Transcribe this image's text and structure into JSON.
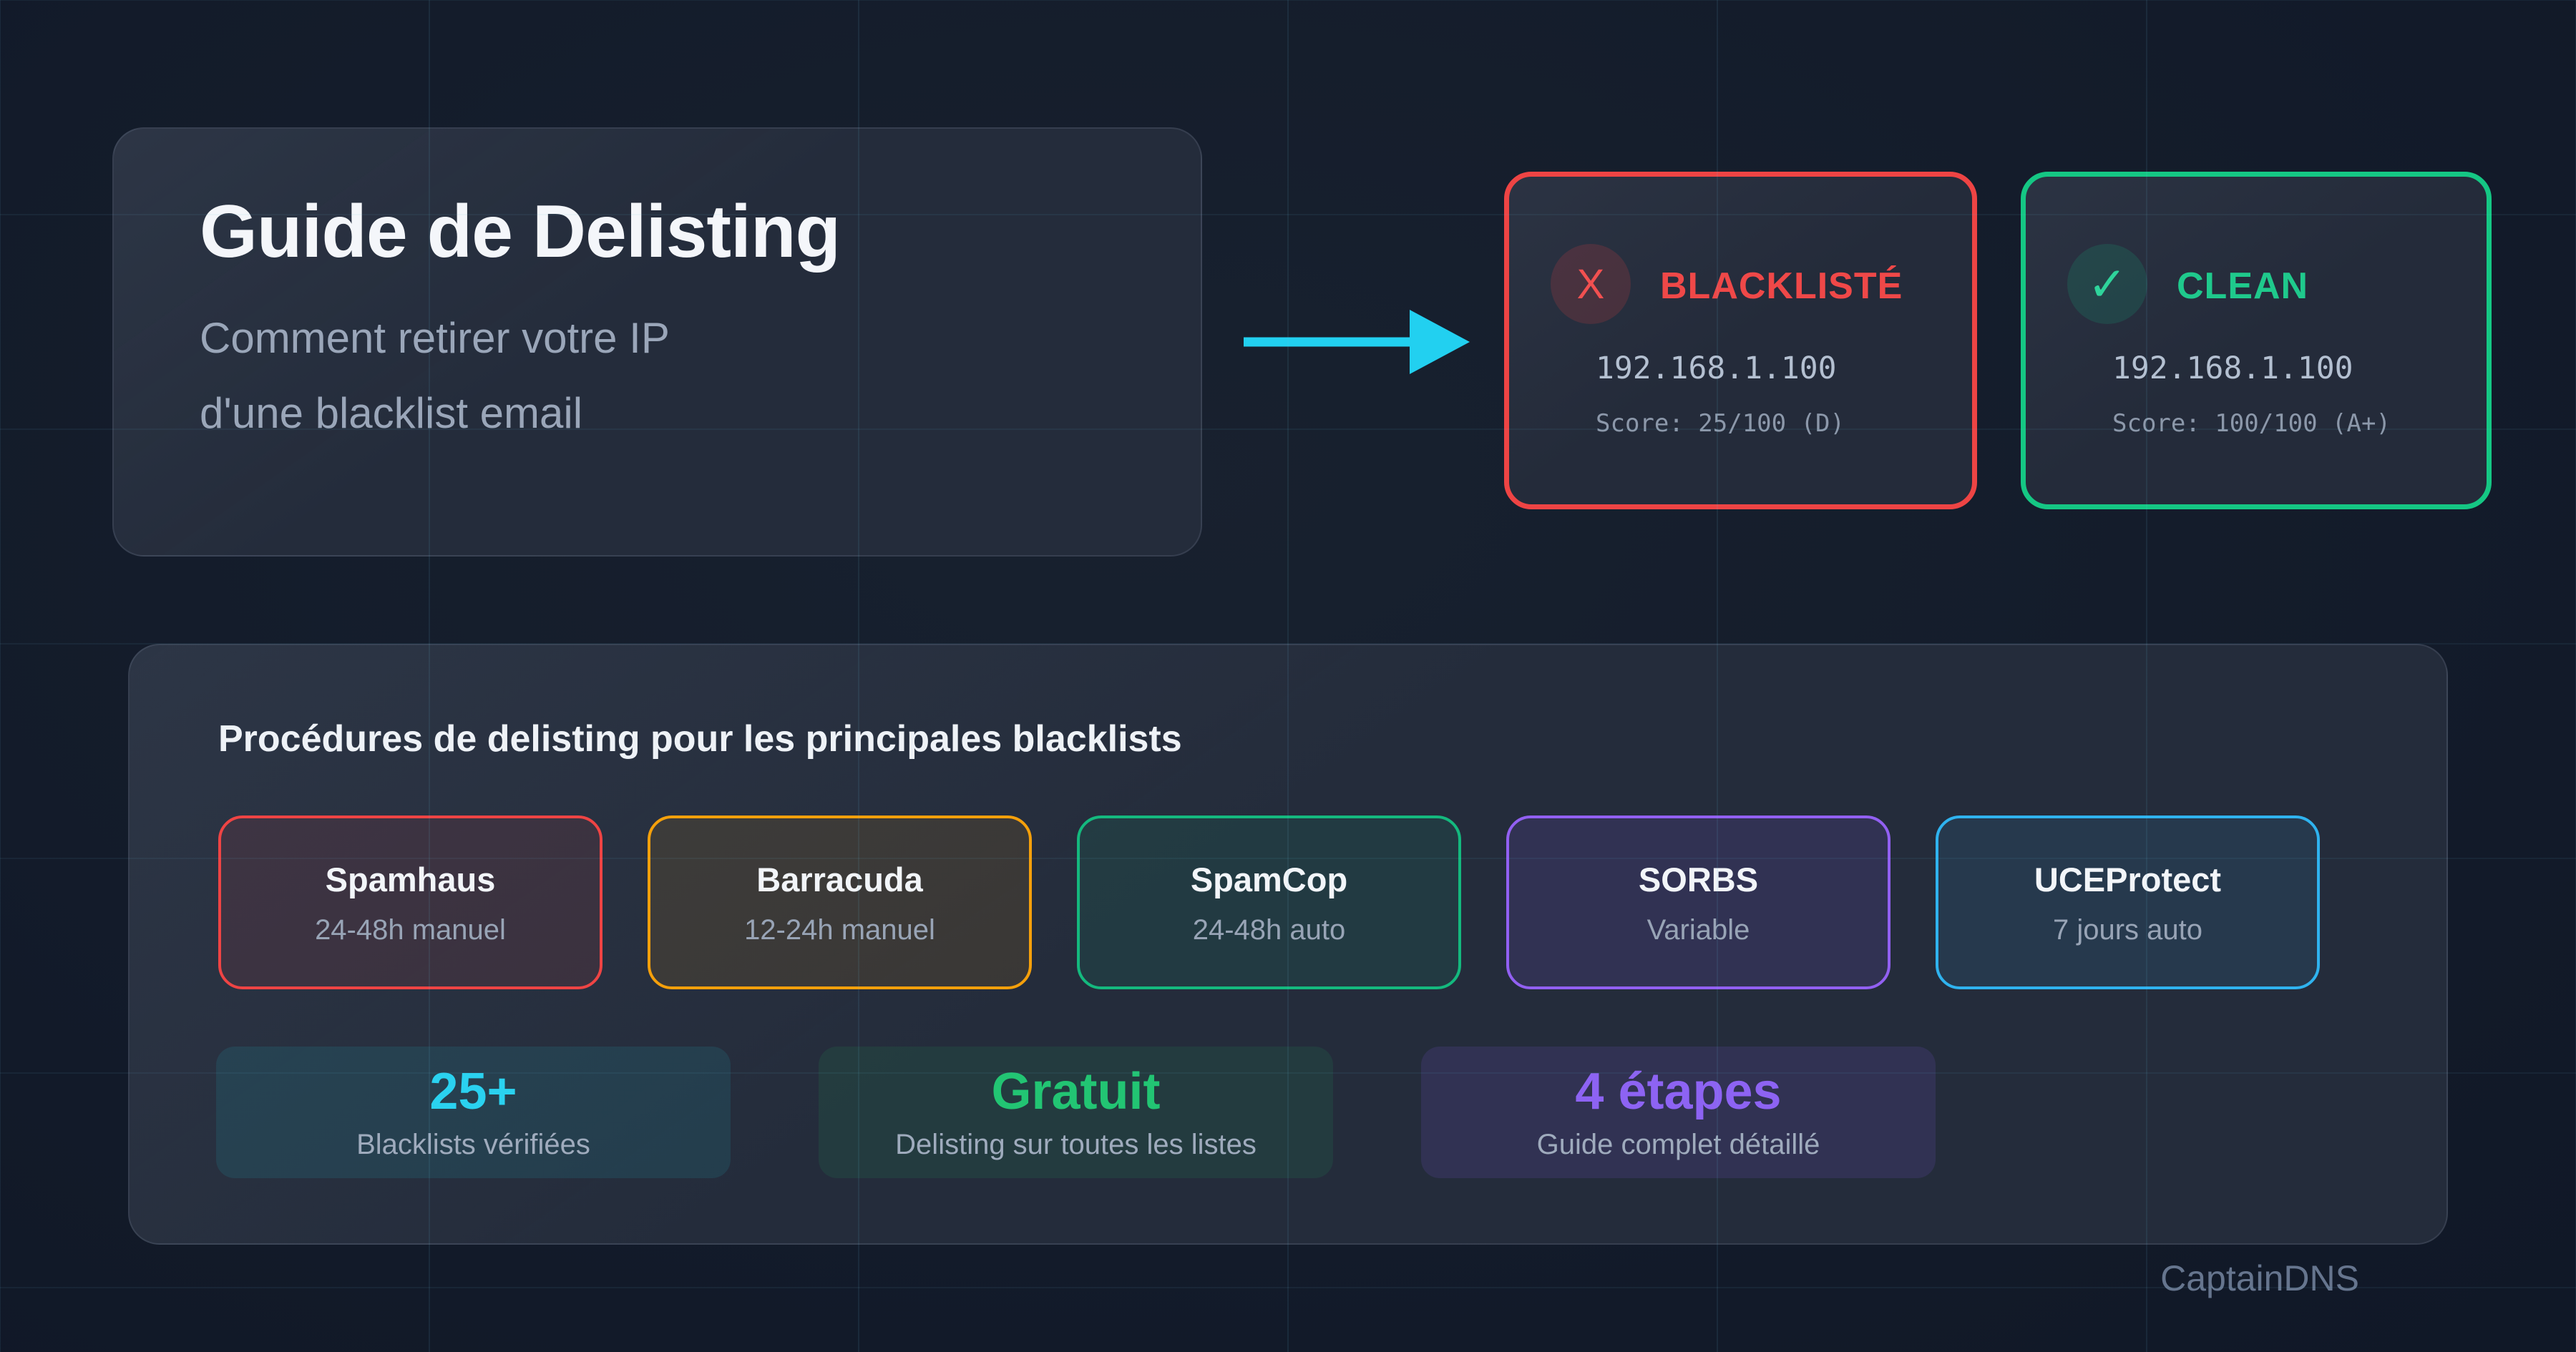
{
  "hero": {
    "title": "Guide de Delisting",
    "subtitle_line1": "Comment retirer votre IP",
    "subtitle_line2": "d'une blacklist email"
  },
  "arrow": {
    "icon": "right-arrow",
    "color": "#22d0f0"
  },
  "status_cards": {
    "blacklisted": {
      "label": "BLACKLISTÉ",
      "icon_glyph": "X",
      "ip": "192.168.1.100",
      "score": "Score: 25/100 (D)",
      "accent_color": "#ee4444"
    },
    "clean": {
      "label": "CLEAN",
      "icon_glyph": "✓",
      "ip": "192.168.1.100",
      "score": "Score: 100/100 (A+)",
      "accent_color": "#15c784"
    }
  },
  "procedures": {
    "title": "Procédures de delisting pour les principales blacklists",
    "blacklists": [
      {
        "name": "Spamhaus",
        "delay": "24-48h manuel",
        "accent_color": "#ef4444"
      },
      {
        "name": "Barracuda",
        "delay": "12-24h manuel",
        "accent_color": "#f5a00b"
      },
      {
        "name": "SpamCop",
        "delay": "24-48h auto",
        "accent_color": "#14b97e"
      },
      {
        "name": "SORBS",
        "delay": "Variable",
        "accent_color": "#9260f2"
      },
      {
        "name": "UCEProtect",
        "delay": "7 jours auto",
        "accent_color": "#2fb3ef"
      }
    ],
    "stats": [
      {
        "value": "25+",
        "label": "Blacklists vérifiées",
        "accent_color": "#2ad2f0"
      },
      {
        "value": "Gratuit",
        "label": "Delisting sur toutes les listes",
        "accent_color": "#22c573"
      },
      {
        "value": "4 étapes",
        "label": "Guide complet détaillé",
        "accent_color": "#8d63f3"
      }
    ]
  },
  "brand": {
    "name": "CaptainDNS"
  }
}
